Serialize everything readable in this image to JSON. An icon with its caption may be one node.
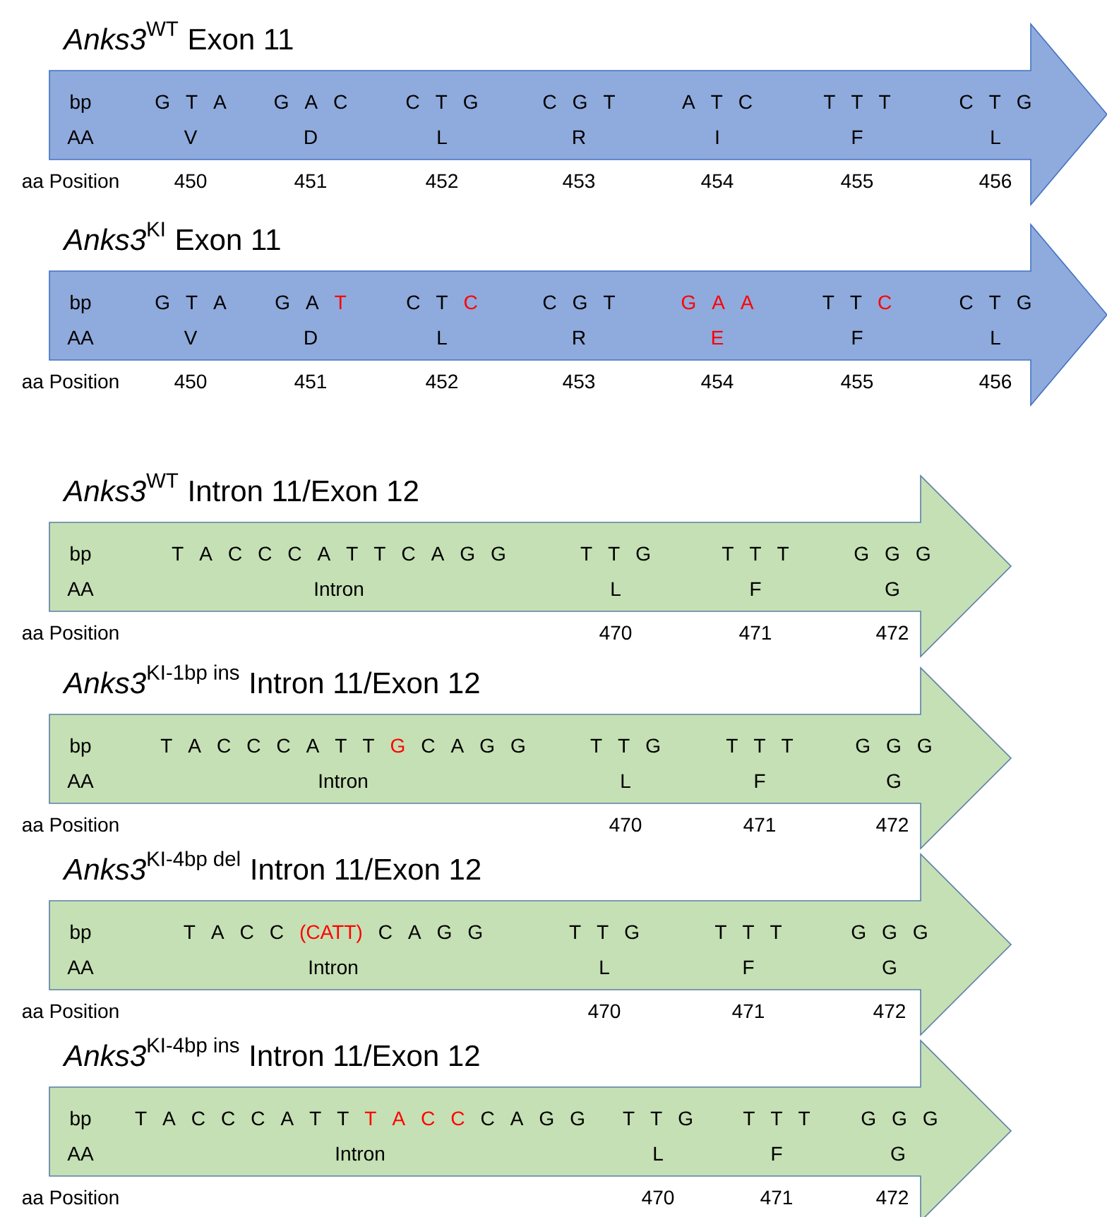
{
  "diagram": {
    "nodes": [
      {
        "text": [
          "\\textit{Anks3}^{\\text{WT}}\\text{ Exon 11}",
          "bp",
          "G T A",
          "G A C",
          "C T G",
          "C G T",
          "A T C",
          "T T T",
          "C T G",
          "AA",
          "V",
          "D",
          "L",
          "R",
          "I",
          "F",
          "L"
        ],
        "beside": [
          "aa Position",
          "450",
          "451",
          "452",
          "453",
          "454",
          "455",
          "456"
        ]
      },
      {
        "text": [
          "\\textit{Anks3}^{\\text{KI}}\\text{ Exon 11}",
          "bp",
          "G T A",
          "G A",
          "T",
          "C T",
          "C",
          "C G T",
          "G A A",
          "T T",
          "C",
          "C T G",
          "AA",
          "V",
          "D",
          "L",
          "R",
          "E",
          "F",
          "L"
        ],
        "beside": [
          "aa Position",
          "450",
          "451",
          "452",
          "453",
          "454",
          "455",
          "456"
        ]
      },
      {
        "text": [
          "\\textit{Anks3}^{\\text{WT}}\\text{ Intron 11/Exon 12}",
          "bp",
          "T A C C C A T T C A G G",
          "T T G",
          "T T T",
          "G G G",
          "AA",
          "Intron",
          "L",
          "F",
          "G"
        ],
        "beside": [
          "aa Position",
          "470",
          "471",
          "472"
        ]
      },
      {
        "text": [
          "\\textit{Anks3}^{\\text{KI-1bp ins}}\\text{ Intron 11/Exon 12}",
          "bp",
          "T A C C C A T T",
          "G",
          "C A G G",
          "T T G",
          "T T T",
          "G G G",
          "AA",
          "Intron",
          "L",
          "F",
          "G"
        ],
        "beside": [
          "aa Position",
          "470",
          "471",
          "472"
        ]
      },
      {
        "text": [
          "\\textit{Anks3}^{\\text{KI-4bp del}}\\text{ Intron 11/Exon 12}",
          "bp",
          "T A C C",
          "(CATT)",
          "C A G G",
          "T T G",
          "T T T",
          "G G G",
          "AA",
          "Intron",
          "L",
          "F",
          "G"
        ],
        "beside": [
          "aa Position",
          "470",
          "471",
          "472"
        ]
      },
      {
        "text": [
          "\\textit{Anks3}^{\\text{KI-4bp ins}}\\text{ Intron 11/Exon 12}",
          "bp",
          "T A C C C A T T",
          "T A C C",
          "C A G G",
          "T T G",
          "T T T",
          "G G G",
          "AA",
          "Intron",
          "L",
          "F",
          "G"
        ],
        "beside": [
          "aa Position",
          "470",
          "471",
          "472"
        ]
      }
    ]
  }
}
